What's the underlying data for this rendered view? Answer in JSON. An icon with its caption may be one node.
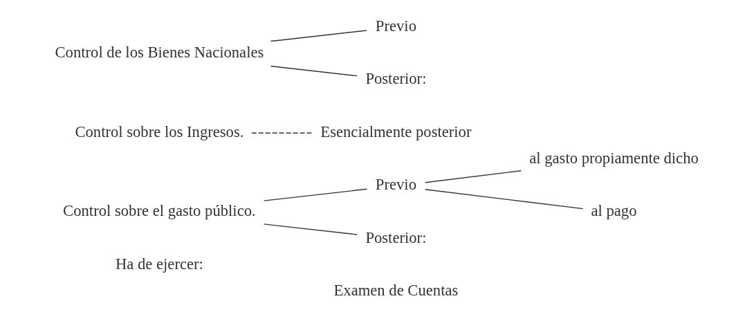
{
  "diagram": {
    "nodes": [
      {
        "text": [
          "Control sobre el gasto público."
        ]
      },
      {
        "text": [
          "Previo"
        ]
      },
      {
        "text": [
          "al gasto propiamente dicho"
        ]
      },
      {
        "text": [
          "al pago"
        ]
      },
      {
        "text": [
          "Posterior:"
        ],
        "beside": [
          "Examen de Cuentas"
        ]
      },
      {
        "text": [
          "Control sobre los Ingresos."
        ]
      },
      {
        "text": [
          "Esencialmente posterior"
        ]
      },
      {
        "text": [
          "Control de los Bienes Nacionales"
        ]
      },
      {
        "text": [
          "Previo"
        ]
      },
      {
        "text": [
          "Posterior:"
        ]
      }
    ],
    "edges": [
      {
        "from": 0,
        "to": 1,
        "arrow": "none"
      },
      {
        "from": 1,
        "to": 2,
        "arrow": "none"
      },
      {
        "from": 1,
        "to": 3,
        "arrow": "none"
      },
      {
        "from": 0,
        "to": 4,
        "arrow": "none"
      },
      {
        "from": 5,
        "to": 6,
        "arrow": "none",
        "style": "dashed"
      },
      {
        "from": 7,
        "to": 8,
        "arrow": "none"
      },
      {
        "from": 7,
        "to": 9,
        "arrow": "none"
      }
    ],
    "labels": [
      "Ha de ejercer:"
    ]
  }
}
